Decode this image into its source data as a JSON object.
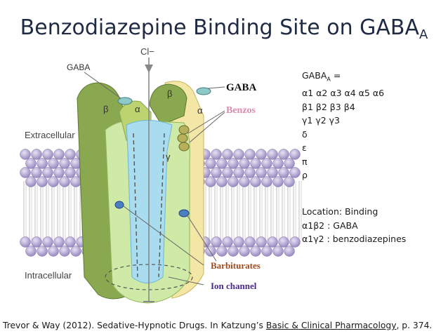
{
  "title": {
    "text": "Benzodiazepine Binding Site on GABA",
    "subscript": "A"
  },
  "diagram": {
    "chloride_label": "Cl−",
    "gaba_left": "GABA",
    "gaba_right": "GABA",
    "benzos": "Benzos",
    "extracellular": "Extracellular",
    "intracellular": "Intracellular",
    "barbiturates": "Barbiturates",
    "ion_channel": "Ion channel",
    "subunit_beta_left": "β",
    "subunit_alpha_left": "α",
    "subunit_beta_right": "β",
    "subunit_alpha_right": "α",
    "subunit_gamma": "γ"
  },
  "composition": {
    "heading": "GABA",
    "heading_sub": "A",
    "heading_suffix": " =",
    "lines": [
      "α1 α2 α3 α4 α5 α6",
      "β1 β2 β3 β4",
      "γ1 γ2 γ3",
      "δ",
      "ε",
      "π",
      "ρ"
    ]
  },
  "location": {
    "heading": "Location: Binding",
    "lines": [
      "α1β2 : GABA",
      "α1γ2 : benzodiazepines"
    ]
  },
  "citation": {
    "prefix": "Trevor & Way (2012). Sedative-Hypnotic Drugs. In Katzung’s ",
    "book": "Basic & Clinical Pharmacology",
    "suffix": ", p. 374."
  },
  "colors": {
    "title": "#1f2a44",
    "beta_subunit": "#8aa84f",
    "alpha_subunit": "#f4e7a6",
    "gamma_subunit": "#cfe9a7",
    "channel": "#a9dcef",
    "lipid_head": "#b7a9d6",
    "benzos_label": "#d98bb0",
    "barbiturates_label": "#a04a1e",
    "ion_channel_label": "#4a2a8a"
  }
}
